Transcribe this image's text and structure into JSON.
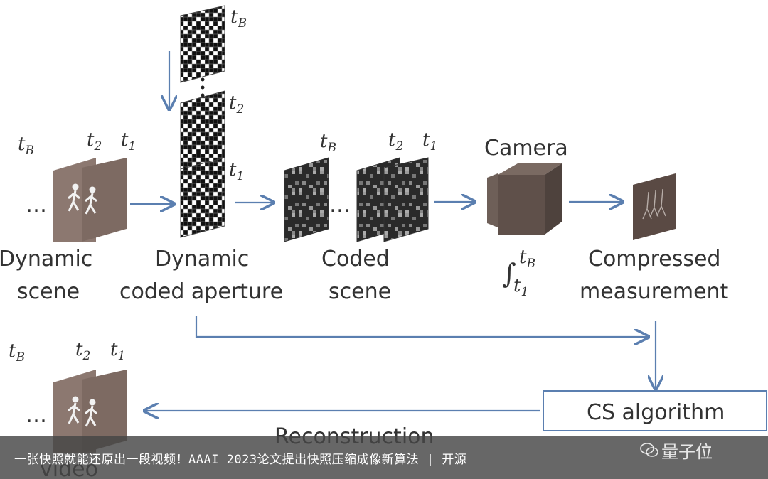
{
  "diagram": {
    "t_b": "t",
    "t_b_sub": "B",
    "t_2": "t",
    "t_2_sub": "2",
    "t_1": "t",
    "t_1_sub": "1",
    "ellipsis": "…",
    "labels": {
      "dynamic_scene_1": "Dynamic",
      "dynamic_scene_2": "scene",
      "dynamic_coded_1": "Dynamic",
      "dynamic_coded_2": "coded aperture",
      "coded_scene_1": "Coded",
      "coded_scene_2": "scene",
      "camera": "Camera",
      "compressed_1": "Compressed",
      "compressed_2": "measurement",
      "cs_algorithm": "CS algorithm",
      "reconstruction": "Reconstruction",
      "video": "video"
    },
    "integral": "∫"
  },
  "caption": {
    "text": "一张快照就能还原出一段视频！AAAI 2023论文提出快照压缩成像新算法 | 开源",
    "watermark": "量子位"
  },
  "colors": {
    "arrow": "#5b7fb0",
    "frame": "#8c7870",
    "box_border": "#5b7fb0"
  }
}
